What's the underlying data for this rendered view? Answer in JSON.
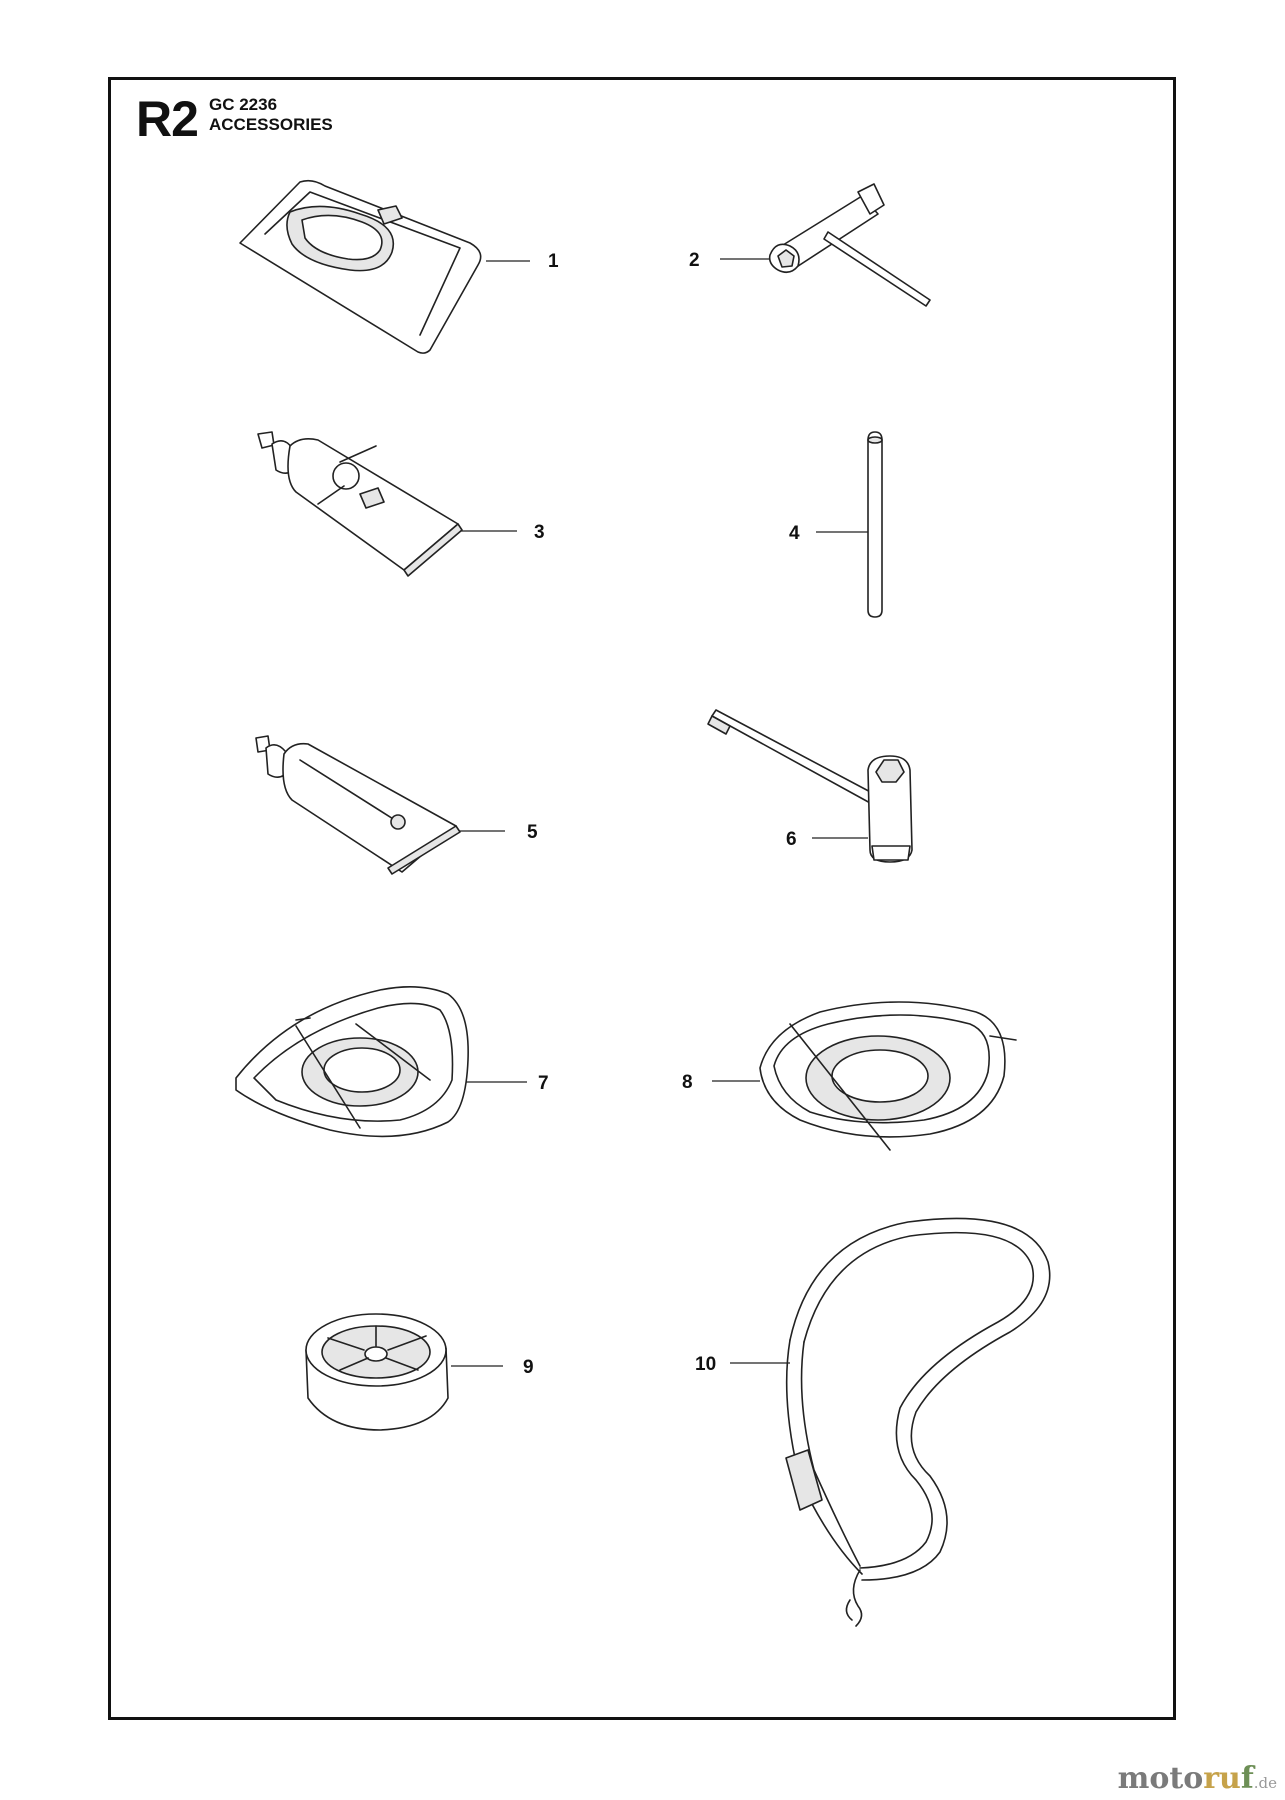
{
  "header": {
    "code": "R2",
    "model": "GC 2236",
    "section": "ACCESSORIES"
  },
  "parts": [
    {
      "number": "1",
      "icon": "tool-bag-icon"
    },
    {
      "number": "2",
      "icon": "t-socket-wrench-icon"
    },
    {
      "number": "3",
      "icon": "grease-tube-icon"
    },
    {
      "number": "4",
      "icon": "locking-pin-icon"
    },
    {
      "number": "5",
      "icon": "grease-tube-small-icon"
    },
    {
      "number": "6",
      "icon": "spark-plug-wrench-icon"
    },
    {
      "number": "7",
      "icon": "trimmer-guard-icon"
    },
    {
      "number": "8",
      "icon": "blade-guard-icon"
    },
    {
      "number": "9",
      "icon": "support-cup-icon"
    },
    {
      "number": "10",
      "icon": "shoulder-strap-icon"
    }
  ],
  "watermark": {
    "part1": "moto",
    "part2": "ru",
    "part3": "f",
    "tld": ".de"
  }
}
